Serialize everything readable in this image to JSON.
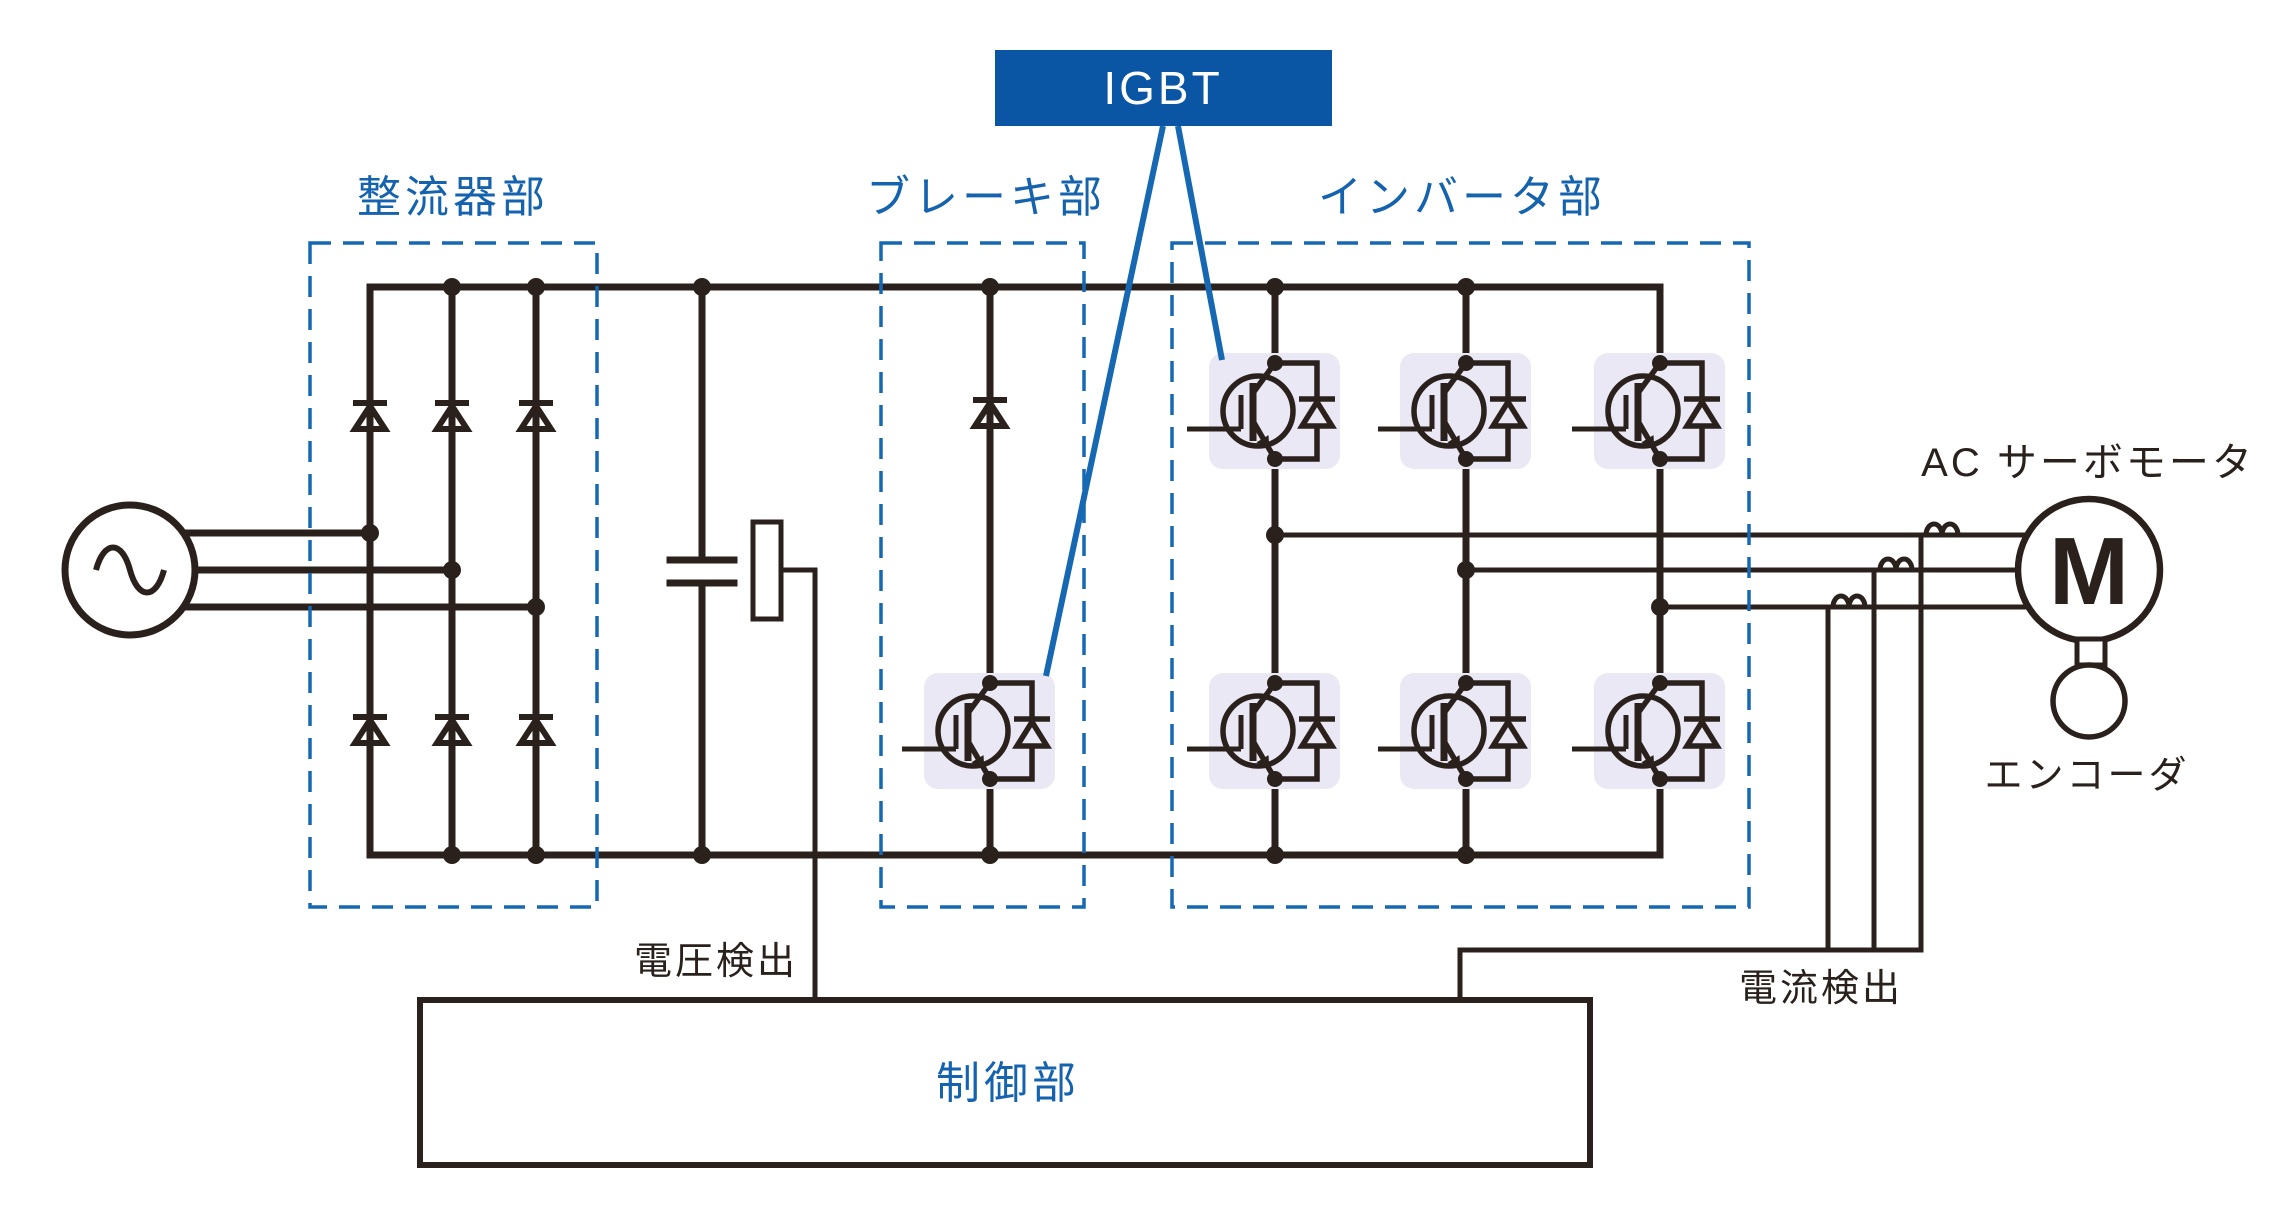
{
  "sections": {
    "rectifier": {
      "label": "整流器部"
    },
    "brake": {
      "label": "ブレーキ部"
    },
    "inverter": {
      "label": "インバータ部"
    },
    "control": {
      "label": "制御部"
    }
  },
  "callout": {
    "label": "IGBT"
  },
  "motor": {
    "label": "AC サーボモータ",
    "symbol": "M"
  },
  "encoder": {
    "label": "エンコーダ"
  },
  "detection": {
    "voltage_label": "電圧検出",
    "current_label": "電流検出"
  },
  "colors": {
    "line_dark": "#2b211c",
    "accent_blue": "#1668b3",
    "label_blue": "#1563ae",
    "callout_bg": "#0b56a4",
    "callout_text": "#ffffff",
    "igbt_highlight": "#e9e8f4",
    "background": "#ffffff"
  },
  "icons": [
    "ac-source-icon",
    "diode-icon",
    "capacitor-icon",
    "resistor-icon",
    "igbt-icon",
    "motor-icon",
    "encoder-icon",
    "current-sensor-coil-icon"
  ]
}
